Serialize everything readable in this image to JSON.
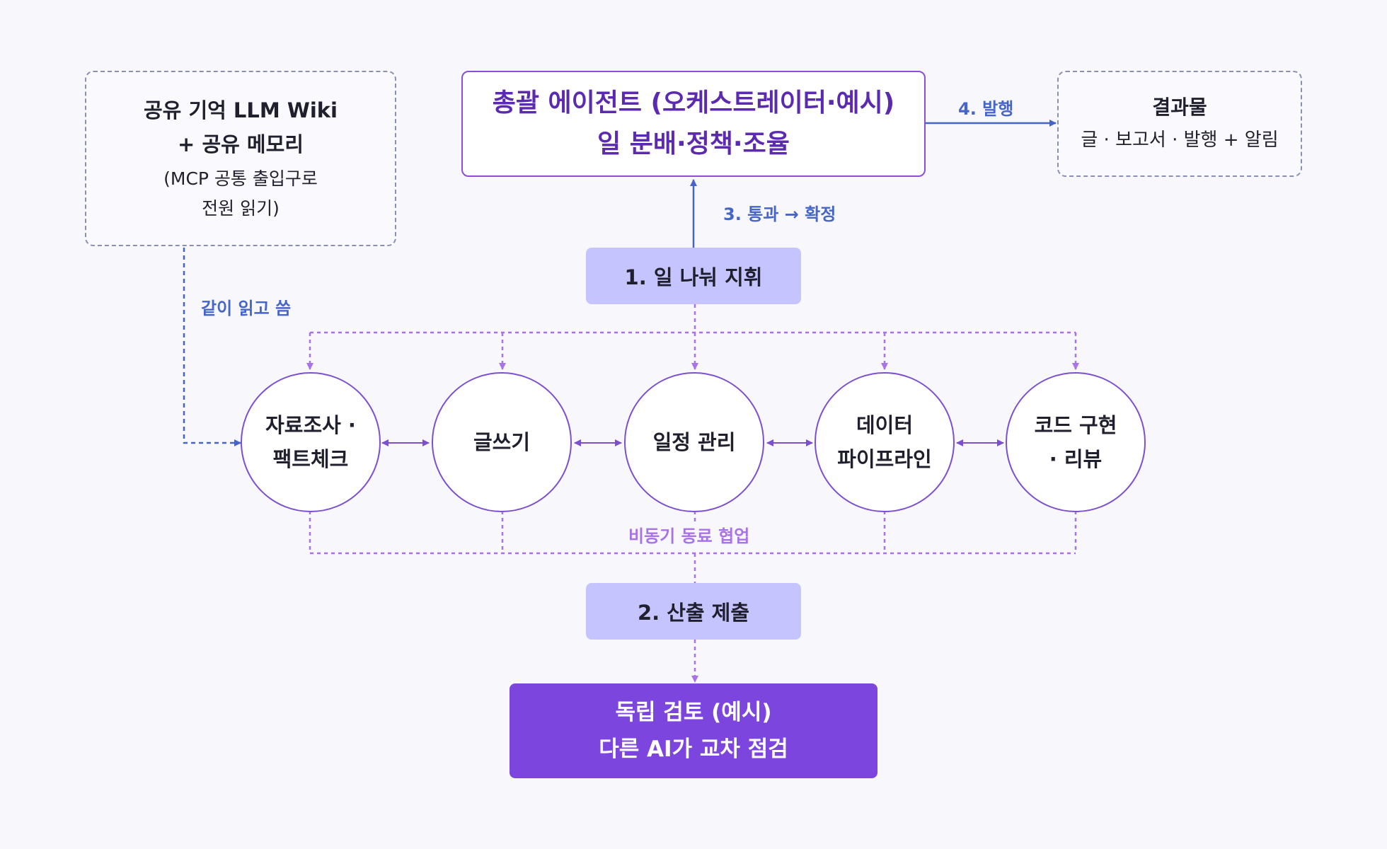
{
  "memory": {
    "title_line1": "공유 기억 LLM Wiki",
    "title_line2": "+ 공유 메모리",
    "note_line1": "(MCP 공통 출입구로",
    "note_line2": "전원 읽기)"
  },
  "orchestrator": {
    "line1": "총괄 에이전트 (오케스트레이터·예시)",
    "line2": "일 분배·정책·조율"
  },
  "result": {
    "title": "결과물",
    "detail": "글 · 보고서 · 발행 + 알림"
  },
  "steps": {
    "dispatch": "1. 일 나눠 지휘",
    "submit": "2. 산출 제출",
    "approve": "3. 통과 → 확정",
    "publish": "4. 발행"
  },
  "labels": {
    "shared_rw": "같이 읽고 씀",
    "async_collab": "비동기 동료 협업"
  },
  "agents": [
    {
      "line1": "자료조사 ·",
      "line2": "팩트체크"
    },
    {
      "line1": "글쓰기",
      "line2": ""
    },
    {
      "line1": "일정 관리",
      "line2": ""
    },
    {
      "line1": "데이터",
      "line2": "파이프라인"
    },
    {
      "line1": "코드 구현",
      "line2": "· 리뷰"
    }
  ],
  "review": {
    "line1": "독립 검토 (예시)",
    "line2": "다른 AI가 교차 점검"
  },
  "colors": {
    "blue_arrow": "#4566c8",
    "purple_dash": "#a873e8",
    "pill_fill": "#c5c4ff",
    "review_fill": "#7c45de",
    "circle_stroke": "#7b4fd0"
  }
}
